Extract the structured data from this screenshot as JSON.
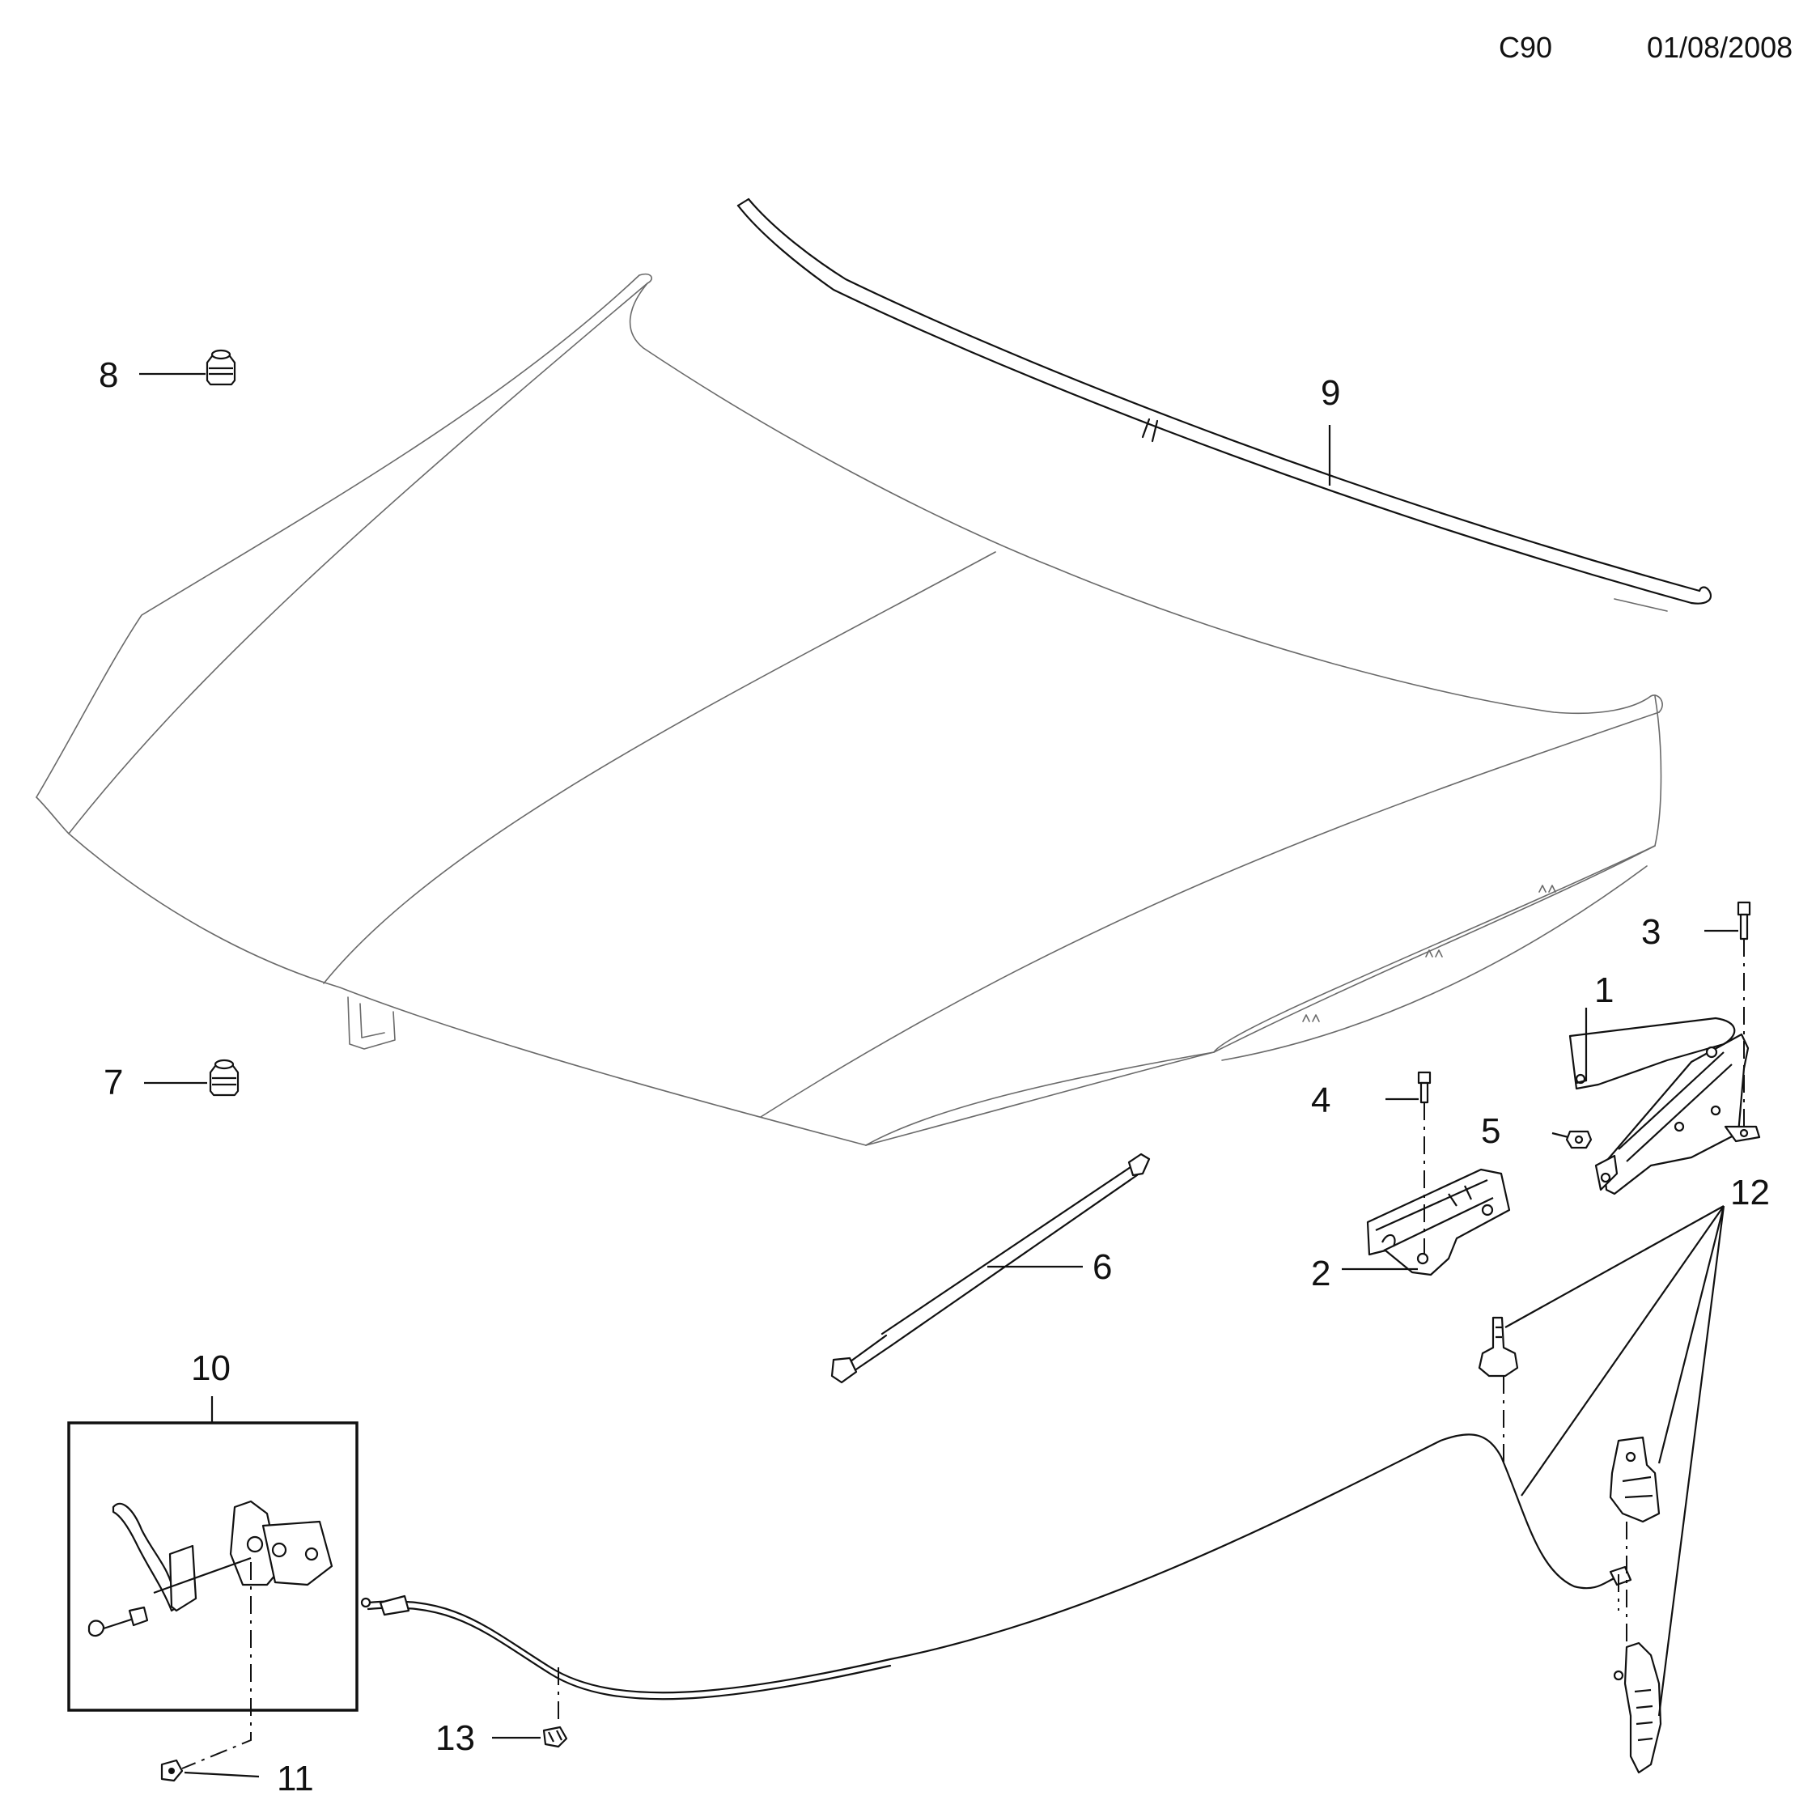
{
  "header": {
    "code": "C90",
    "date": "01/08/2008"
  },
  "callouts": {
    "c1": "1",
    "c2": "2",
    "c3": "3",
    "c4": "4",
    "c5": "5",
    "c6": "6",
    "c7": "7",
    "c8": "8",
    "c9": "9",
    "c10": "10",
    "c11": "11",
    "c12": "12",
    "c13": "13"
  }
}
